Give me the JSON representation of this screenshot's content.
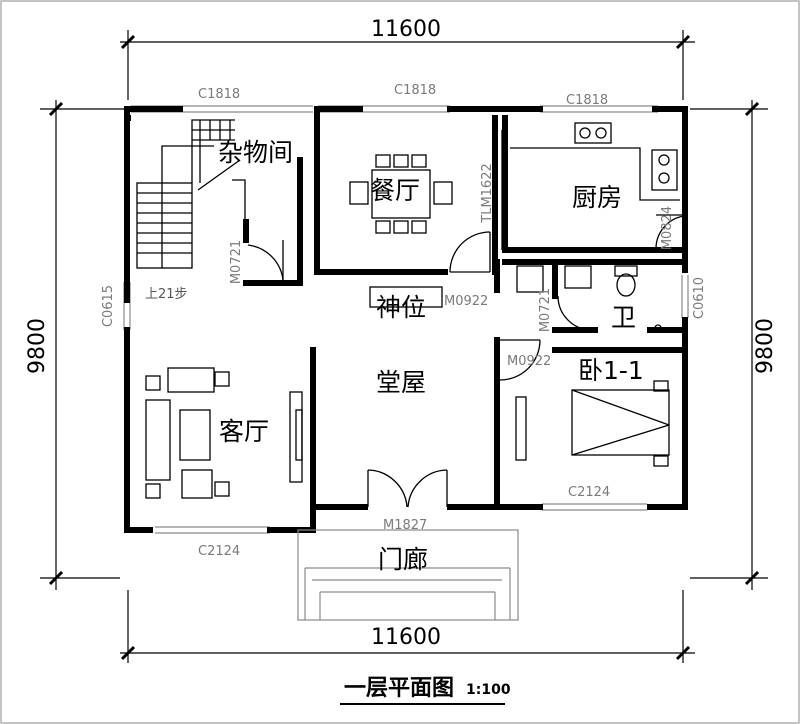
{
  "dimensions": {
    "width_top": "11600",
    "width_bottom": "11600",
    "depth_left": "9800",
    "depth_right": "9800"
  },
  "rooms": {
    "storage": "杂物间",
    "dining": "餐厅",
    "kitchen": "厨房",
    "shrine": "神位",
    "living": "客厅",
    "hall": "堂屋",
    "bath": "卫",
    "bedroom": "卧1-1",
    "porch": "门廊"
  },
  "codes": {
    "window_top_left": "C1818",
    "window_top_mid": "C1818",
    "window_top_right": "C1818",
    "door_storage": "M0721",
    "door_kitchen_slide": "TLM1622",
    "door_kitchen_side": "M0824",
    "door_shrine": "M0922",
    "door_bath": "M0721",
    "door_bedroom": "M0922",
    "window_left": "C0615",
    "window_right": "C0610",
    "window_bedroom": "C2124",
    "window_living": "C2124",
    "door_main": "M1827",
    "stairs": "上21步"
  },
  "title": {
    "text": "一层平面图",
    "scale": "1:100"
  }
}
